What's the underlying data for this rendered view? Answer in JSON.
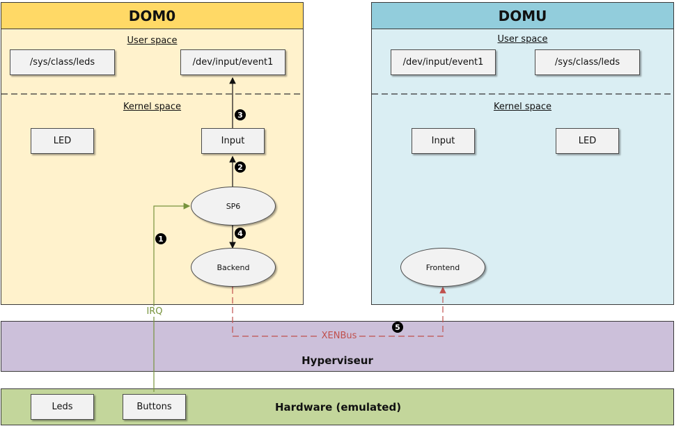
{
  "dom0": {
    "title": "DOM0",
    "user_space": "User space",
    "kernel_space": "Kernel space",
    "sys_class_leds": "/sys/class/leds",
    "dev_input_event": "/dev/input/event1",
    "led": "LED",
    "input": "Input",
    "sp6": "SP6",
    "backend": "Backend"
  },
  "domu": {
    "title": "DOMU",
    "user_space": "User space",
    "kernel_space": "Kernel space",
    "dev_input_event": "/dev/input/event1",
    "sys_class_leds": "/sys/class/leds",
    "input": "Input",
    "led": "LED",
    "frontend": "Frontend"
  },
  "hypervisor": {
    "title": "Hyperviseur"
  },
  "hardware": {
    "title": "Hardware (emulated)",
    "leds": "Leds",
    "buttons": "Buttons"
  },
  "links": {
    "irq": "IRQ",
    "xenbus": "XENBus"
  },
  "steps": [
    "1",
    "2",
    "3",
    "4",
    "5"
  ],
  "colors": {
    "irq": "#77933c",
    "xenbus": "#c0504d",
    "dom0_header": "#ffd966",
    "domu_header": "#92cddc",
    "dom0_bg": "#fff2cc",
    "domu_bg": "#daeef3",
    "hypervisor_bg": "#ccc0da",
    "hardware_bg": "#c3d69b"
  }
}
